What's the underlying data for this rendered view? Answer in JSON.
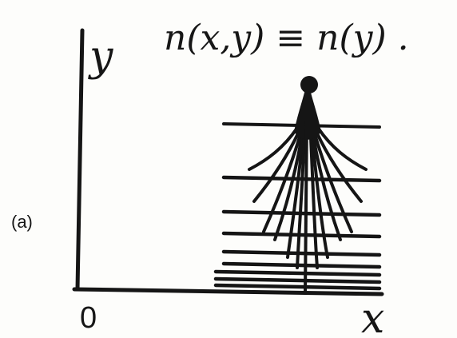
{
  "equation": "n(x,y) ≡ n(y) .",
  "axes": {
    "y_label": "y",
    "x_label": "x",
    "origin_label": "0"
  },
  "panel_label": "(a)"
}
